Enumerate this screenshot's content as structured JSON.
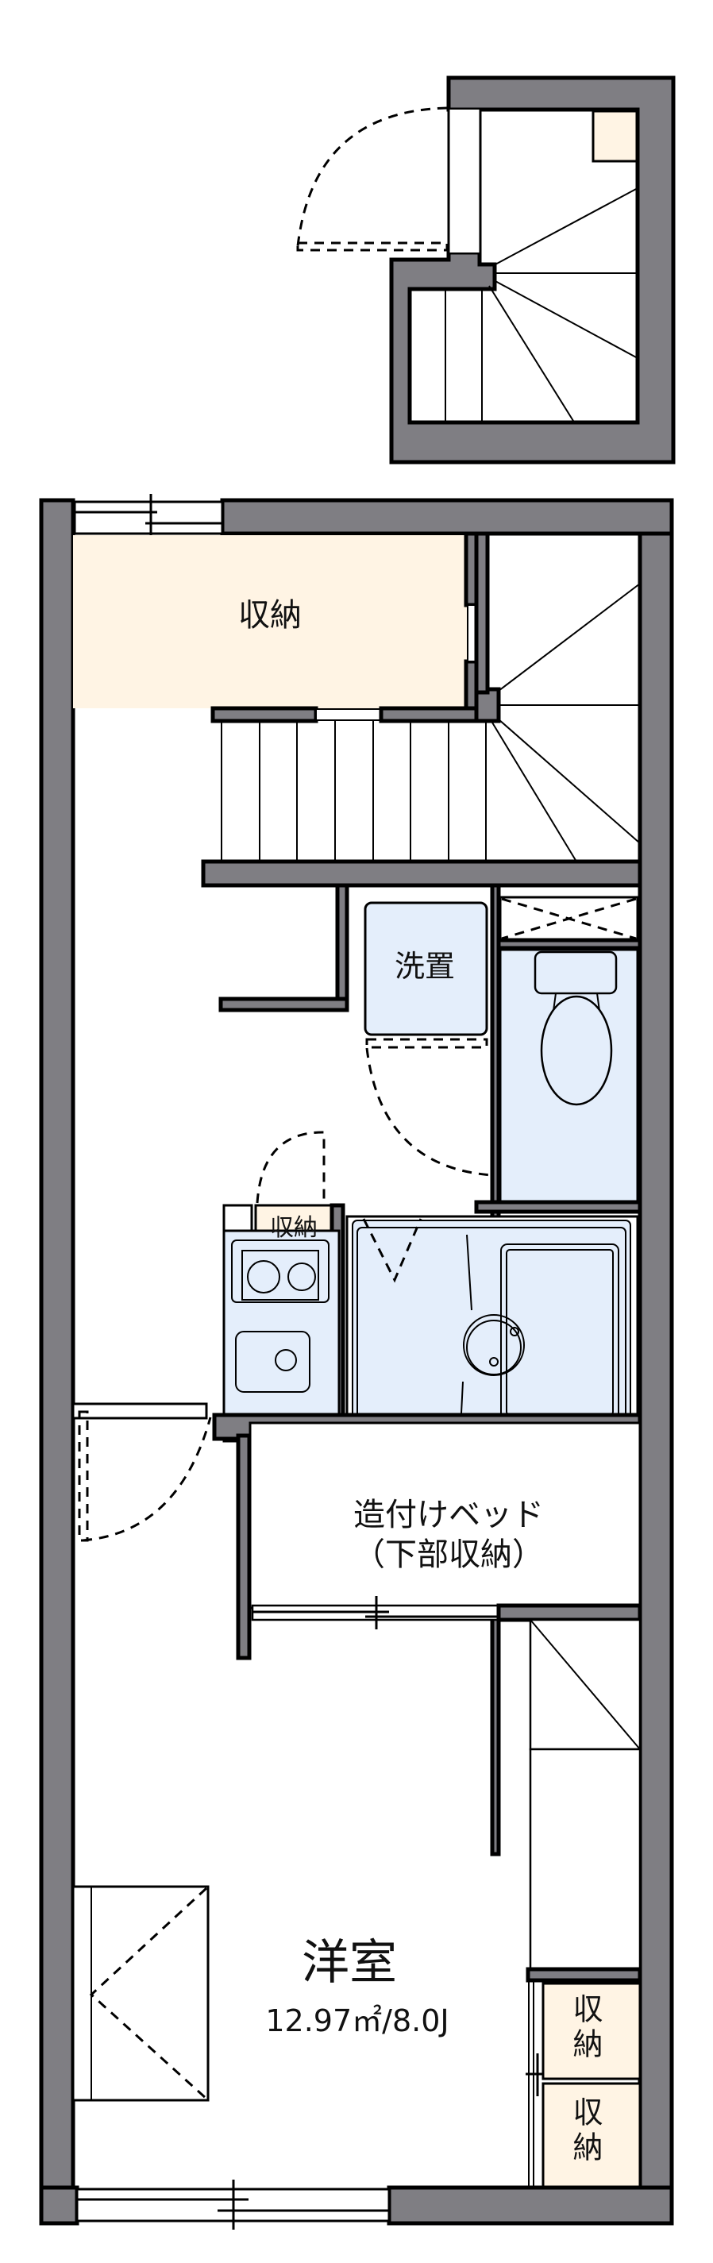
{
  "colors": {
    "wall": "#7f7e83",
    "storage": "#fff4e4",
    "wet_area": "#e4eefb",
    "line": "#000000",
    "background": "#ffffff"
  },
  "rooms": {
    "storage_top": {
      "label": "収納"
    },
    "washer": {
      "label": "洗置"
    },
    "storage_small": {
      "label": "収納"
    },
    "built_in_bed": {
      "line1": "造付けベッド",
      "line2": "（下部収納）"
    },
    "western_room": {
      "label": "洋室",
      "area": "12.97㎡/8.0J"
    },
    "closet_1": {
      "label": "収納"
    },
    "closet_2": {
      "label": "収納"
    }
  },
  "fixtures": [
    "stairs-upper",
    "stairs-main",
    "toilet",
    "unit-bath",
    "kitchen-stove",
    "kitchen-sink",
    "entrance-door",
    "windows"
  ]
}
